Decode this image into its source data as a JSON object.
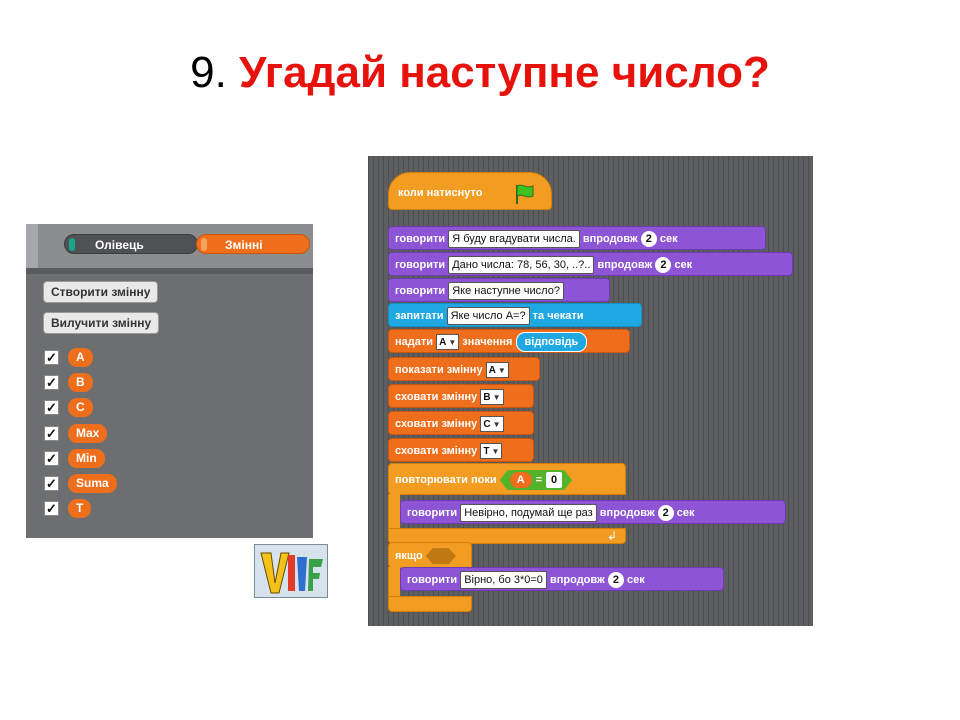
{
  "slide": {
    "number": "9.",
    "title": "Угадай наступне число?"
  },
  "palette": {
    "categories": [
      {
        "label": "Олівець"
      },
      {
        "label": "Змінні"
      }
    ],
    "buttons": {
      "create": "Створити змінну",
      "delete": "Вилучити змінну"
    },
    "variables": [
      {
        "name": "A",
        "checked": true
      },
      {
        "name": "B",
        "checked": true
      },
      {
        "name": "C",
        "checked": true
      },
      {
        "name": "Max",
        "checked": true
      },
      {
        "name": "Min",
        "checked": true
      },
      {
        "name": "Suma",
        "checked": true
      },
      {
        "name": "T",
        "checked": true
      }
    ],
    "check_glyph": "✓"
  },
  "script": {
    "hat": "коли натиснуто",
    "say1": {
      "cmd": "говорити",
      "text": "Я буду вгадувати числа.",
      "for": "впродовж",
      "secs": "2",
      "unit": "сек"
    },
    "say2": {
      "cmd": "говорити",
      "text": "Дано числа: 78, 56, 30, ..?..",
      "for": "впродовж",
      "secs": "2",
      "unit": "сек"
    },
    "say3": {
      "cmd": "говорити",
      "text": "Яке наступне число?"
    },
    "ask": {
      "cmd": "запитати",
      "text": "Яке число А=?",
      "wait": "та чекати"
    },
    "set": {
      "cmd": "надати",
      "var": "A",
      "value_label": "значення",
      "reporter": "відповідь"
    },
    "show": {
      "cmd": "показати змінну",
      "var": "A"
    },
    "hideB": {
      "cmd": "сховати змінну",
      "var": "B"
    },
    "hideC": {
      "cmd": "сховати змінну",
      "var": "C"
    },
    "hideT": {
      "cmd": "сховати змінну",
      "var": "T"
    },
    "repeat": {
      "cmd": "повторювати поки",
      "var": "A",
      "op": "=",
      "value": "0"
    },
    "say4": {
      "cmd": "говорити",
      "text": "Невірно, подумай ще раз",
      "for": "впродовж",
      "secs": "2",
      "unit": "сек"
    },
    "if": {
      "cmd": "якщо"
    },
    "say5": {
      "cmd": "говорити",
      "text": "Вірно, бо 3*0=0",
      "for": "впродовж",
      "secs": "2",
      "unit": "сек"
    }
  },
  "colors": {
    "title_red": "#e8120c",
    "variables_orange": "#ef6e1b",
    "looks_purple": "#8d55d6",
    "sensing_blue": "#20a8e2",
    "control_orange": "#f39c22"
  }
}
